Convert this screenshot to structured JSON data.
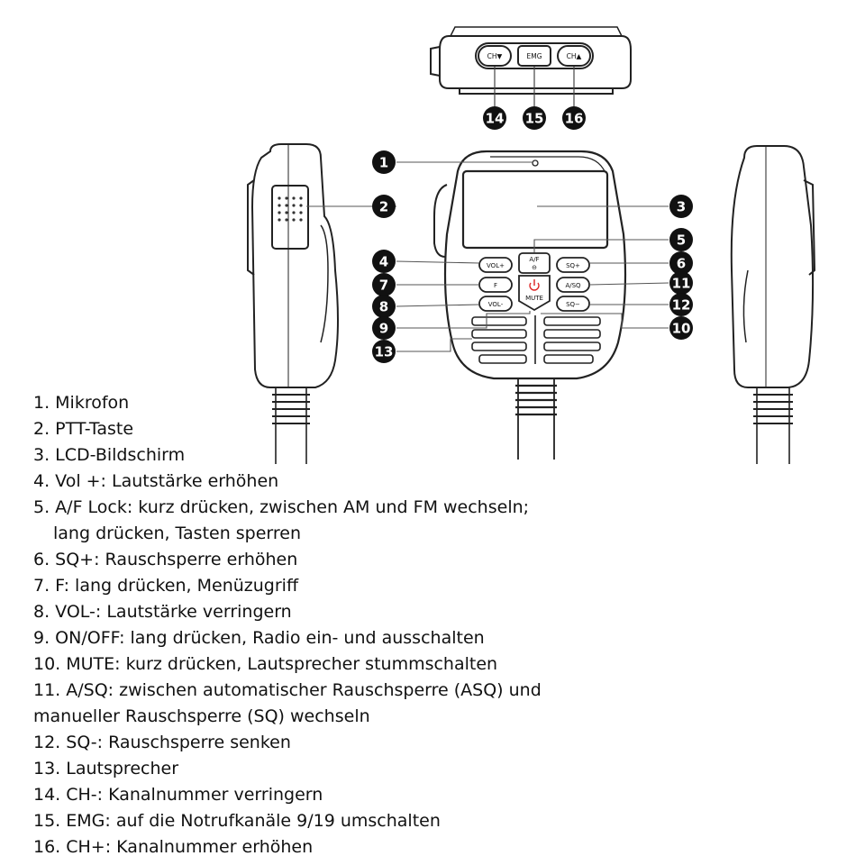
{
  "device_labels": {
    "ch_down": "CH▼",
    "emg": "EMG",
    "ch_up": "CH▲",
    "vol_up": "VOL+",
    "af_lock_top": "A/F",
    "af_lock_bottom": "⊖",
    "sq_up": "SQ+",
    "f": "F",
    "asq": "A/SQ",
    "vol_down": "VOL-",
    "mute": "MUTE",
    "sq_down": "SQ−"
  },
  "callouts": [
    "1",
    "2",
    "3",
    "4",
    "5",
    "6",
    "7",
    "8",
    "9",
    "10",
    "11",
    "12",
    "13",
    "14",
    "15",
    "16"
  ],
  "legend": {
    "items": [
      "1. Mikrofon",
      "2. PTT-Taste",
      "3. LCD-Bildschirm",
      "4. Vol +: Lautstärke erhöhen",
      "5. A/F Lock: kurz drücken, zwischen AM und FM wechseln;",
      "lang drücken, Tasten sperren",
      "6. SQ+: Rauschsperre erhöhen",
      "7. F: lang drücken, Menüzugriff",
      "8. VOL-: Lautstärke verringern",
      "9. ON/OFF: lang drücken, Radio ein- und ausschalten",
      "10. MUTE: kurz drücken, Lautsprecher stummschalten",
      "11. A/SQ: zwischen automatischer Rauschsperre (ASQ) und",
      "manueller Rauschsperre (SQ) wechseln",
      "12. SQ-: Rauschsperre senken",
      "13. Lautsprecher",
      "14. CH-: Kanalnummer verringern",
      "15. EMG: auf die Notrufkanäle 9/19 umschalten",
      "16. CH+: Kanalnummer erhöhen"
    ]
  }
}
